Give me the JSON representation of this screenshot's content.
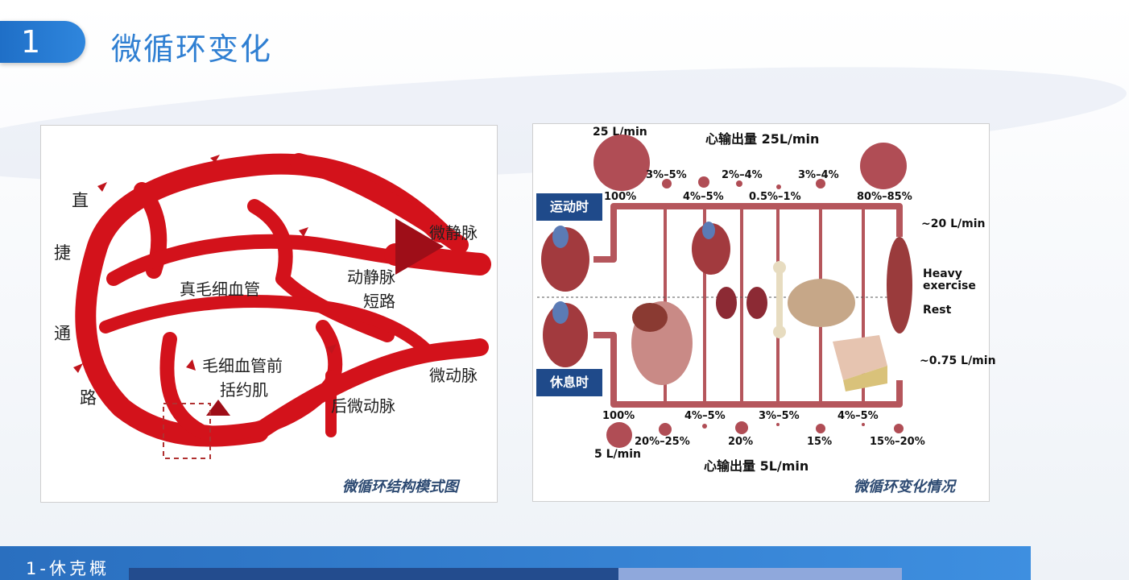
{
  "slide": {
    "number": "1",
    "title": "微循环变化"
  },
  "left_diagram": {
    "labels": {
      "zhi": "直",
      "jie": "捷",
      "tong": "通",
      "lu": "路",
      "true_capillary": "真毛细血管",
      "av_shunt_1": "动静脉",
      "av_shunt_2": "短路",
      "precap_1": "毛细血管前",
      "precap_2": "括约肌",
      "venule": "微静脉",
      "arteriole": "微动脉",
      "metarteriole": "后微动脉"
    },
    "caption": "微循环结构模式图",
    "colors": {
      "vessel": "#d3121b",
      "vessel_dark": "#9e0e18"
    }
  },
  "right_diagram": {
    "top_flow_total": "25 L/min",
    "top_cardiac_output": "心输出量 25L/min",
    "top_percentages": [
      "100%",
      "3%–5%",
      "4%–5%",
      "2%–4%",
      "0.5%–1%",
      "3%–4%",
      "80%–85%"
    ],
    "exercise_tag": "运动时",
    "rest_tag": "休息时",
    "flow_exercise": "~20 L/min",
    "heavy_1": "Heavy",
    "heavy_2": "exercise",
    "rest_label": "Rest",
    "flow_rest": "~0.75 L/min",
    "bottom_percentages": [
      "100%",
      "20%–25%",
      "4%–5%",
      "20%",
      "3%–5%",
      "15%",
      "4%–5%",
      "15%–20%"
    ],
    "bottom_flow_total": "5 L/min",
    "bottom_cardiac_output": "心输出量  5L/min",
    "caption": "微循环变化情况",
    "colors": {
      "pipe": "#b5565c",
      "dot": "#b04d55",
      "tag": "#1f4a8a"
    }
  },
  "footer": {
    "text": "1-休克概",
    "colors": {
      "bar": "#2f7fd2",
      "dark": "#234c8e",
      "light": "#8fa8dc"
    }
  }
}
